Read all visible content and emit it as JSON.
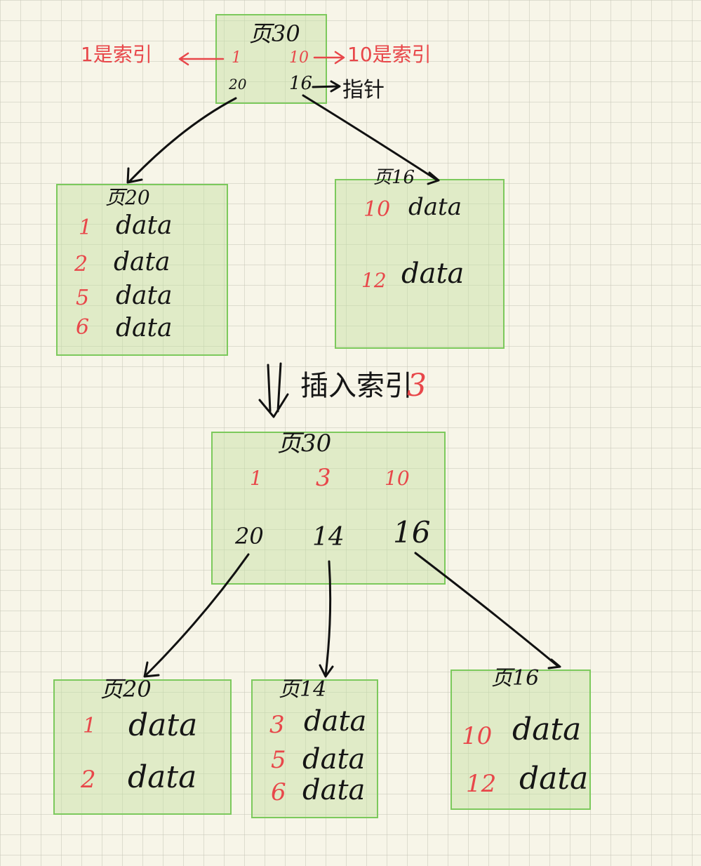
{
  "before": {
    "root": {
      "title": "页30",
      "keys": [
        "1",
        "10"
      ],
      "pointers": [
        "20",
        "16"
      ],
      "note_left": "1是索引",
      "note_right": "10是索引",
      "note_pointer": "指针"
    },
    "leaf_left": {
      "title": "页20",
      "rows": [
        {
          "key": "1",
          "value": "data"
        },
        {
          "key": "2",
          "value": "data"
        },
        {
          "key": "5",
          "value": "data"
        },
        {
          "key": "6",
          "value": "data"
        }
      ]
    },
    "leaf_right": {
      "title": "页16",
      "rows": [
        {
          "key": "10",
          "value": "data"
        },
        {
          "key": "12",
          "value": "data"
        }
      ]
    }
  },
  "transition": {
    "label": "插入索引",
    "value": "3"
  },
  "after": {
    "root": {
      "title": "页30",
      "keys": [
        "1",
        "3",
        "10"
      ],
      "pointers": [
        "20",
        "14",
        "16"
      ]
    },
    "leaf_left": {
      "title": "页20",
      "rows": [
        {
          "key": "1",
          "value": "data"
        },
        {
          "key": "2",
          "value": "data"
        }
      ]
    },
    "leaf_middle": {
      "title": "页14",
      "rows": [
        {
          "key": "3",
          "value": "data"
        },
        {
          "key": "5",
          "value": "data"
        },
        {
          "key": "6",
          "value": "data"
        }
      ]
    },
    "leaf_right": {
      "title": "页16",
      "rows": [
        {
          "key": "10",
          "value": "data"
        },
        {
          "key": "12",
          "value": "data"
        }
      ]
    }
  },
  "colors": {
    "background": "#f7f5e8",
    "box_fill": "#c4e0a0",
    "box_border": "#7cc95c",
    "key_red": "#e8474a",
    "ink": "#151515"
  }
}
